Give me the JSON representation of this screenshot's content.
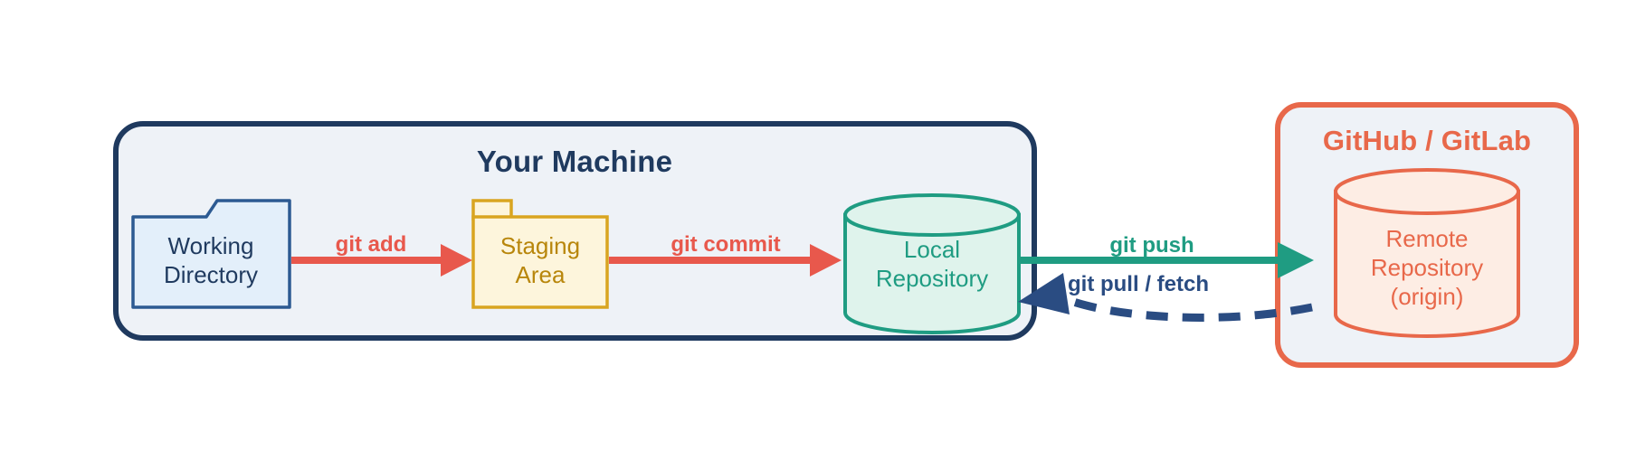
{
  "diagram": {
    "title_local": "Your Machine",
    "title_remote": "GitHub / GitLab",
    "colors": {
      "navy": "#1F3A5F",
      "panel_fill": "#EEF2F7",
      "red": "#E8584C",
      "yellow": "#D9A520",
      "yellow_fill": "#FDF5DC",
      "teal": "#1F9C82",
      "teal_fill": "#DFF3EC",
      "orange": "#E8684A",
      "orange_fill": "#FDEDE4",
      "blue_fill": "#E3EFFA",
      "blue_stroke": "#2C5A92",
      "white": "#FFFFFF"
    },
    "panels": [
      {
        "id": "your-machine",
        "label": "Your Machine"
      },
      {
        "id": "github-gitlab",
        "label": "GitHub / GitLab"
      }
    ],
    "nodes": [
      {
        "id": "working-directory",
        "shape": "folder",
        "lines": [
          "Working",
          "Directory"
        ]
      },
      {
        "id": "staging-area",
        "shape": "folder",
        "lines": [
          "Staging",
          "Area"
        ]
      },
      {
        "id": "local-repository",
        "shape": "cylinder",
        "lines": [
          "Local",
          "Repository"
        ]
      },
      {
        "id": "remote-repository",
        "shape": "cylinder",
        "lines": [
          "Remote",
          "Repository",
          "(origin)"
        ]
      }
    ],
    "edges": [
      {
        "id": "git-add",
        "label": "git add",
        "from": "working-directory",
        "to": "staging-area",
        "style": "solid",
        "color": "red"
      },
      {
        "id": "git-commit",
        "label": "git commit",
        "from": "staging-area",
        "to": "local-repository",
        "style": "solid",
        "color": "red"
      },
      {
        "id": "git-push",
        "label": "git push",
        "from": "local-repository",
        "to": "remote-repository",
        "style": "solid",
        "color": "teal"
      },
      {
        "id": "git-pull-fetch",
        "label": "git pull / fetch",
        "from": "remote-repository",
        "to": "local-repository",
        "style": "dashed",
        "color": "navy"
      }
    ]
  }
}
